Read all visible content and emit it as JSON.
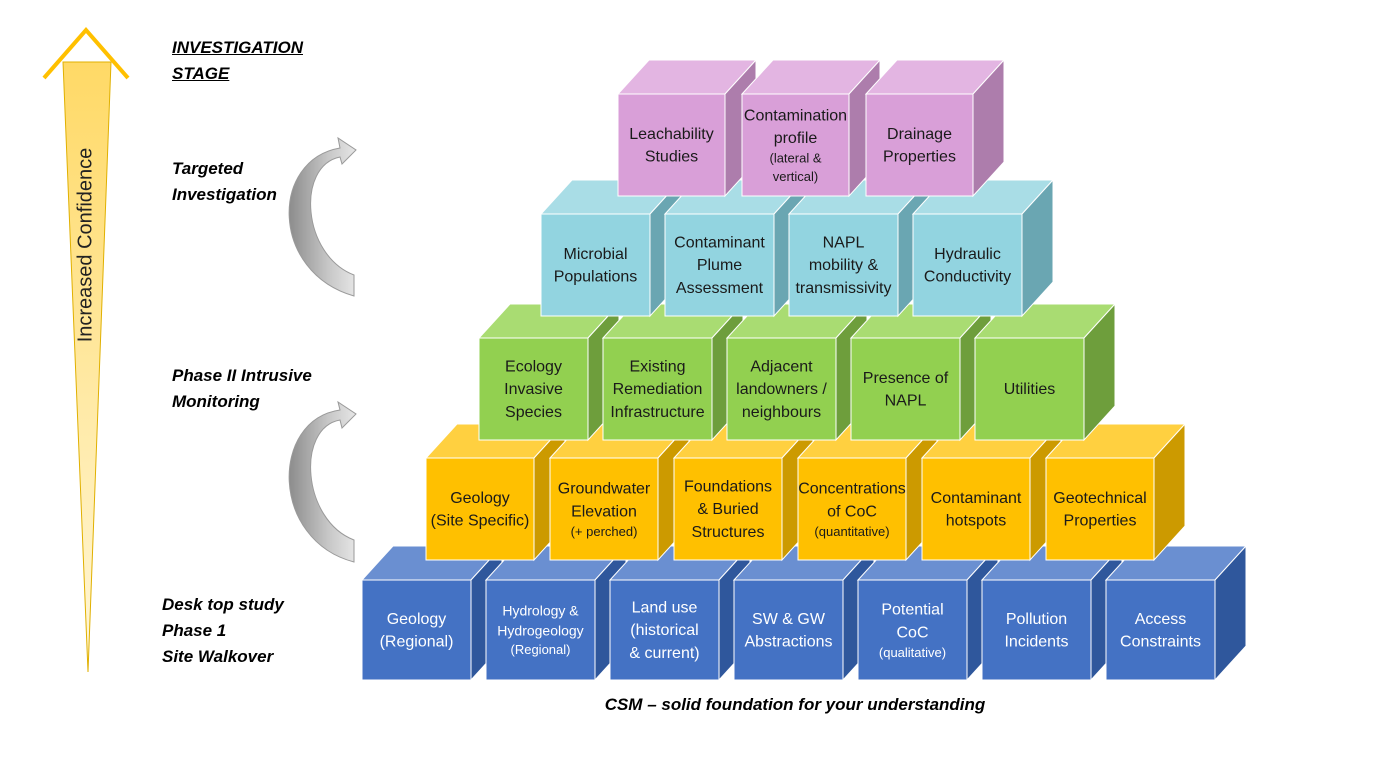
{
  "confidence_label": "Increased Confidence",
  "stages": {
    "heading": "INVESTIGATION\nSTAGE",
    "targeted": "Targeted\nInvestigation",
    "phase2": "Phase II Intrusive\nMonitoring",
    "desk": "Desk top study\nPhase 1\nSite Walkover"
  },
  "caption": "CSM – solid foundation for your understanding",
  "colors": {
    "blue": {
      "front": "#4472c4",
      "top": "#6a8fd1",
      "side": "#2f579c"
    },
    "orange": {
      "front": "#ffc000",
      "top": "#ffd040",
      "side": "#cc9a00"
    },
    "green": {
      "front": "#92d050",
      "top": "#a9dc72",
      "side": "#6e9e3c"
    },
    "cyan": {
      "front": "#92d4e0",
      "top": "#a9dde6",
      "side": "#6aa6b2"
    },
    "pink": {
      "front": "#d99fd8",
      "top": "#e3b5e2",
      "side": "#ad7dac"
    },
    "arrow_gold": "#ffd966",
    "curved_arrow": "#a6a6a6"
  },
  "rows": [
    {
      "color": "blue",
      "blocks": [
        {
          "lines": [
            "Geology",
            "(Regional)"
          ]
        },
        {
          "lines": [
            "Hydrology &",
            "Hydrogeology",
            "(Regional)"
          ],
          "small": [
            2
          ]
        },
        {
          "lines": [
            "Land use",
            "(historical",
            "& current)"
          ]
        },
        {
          "lines": [
            "SW & GW",
            "Abstractions"
          ]
        },
        {
          "lines": [
            "Potential",
            "CoC",
            "(qualitative)"
          ],
          "small": [
            2
          ]
        },
        {
          "lines": [
            "Pollution",
            "Incidents"
          ]
        },
        {
          "lines": [
            "Access",
            "Constraints"
          ]
        }
      ]
    },
    {
      "color": "orange",
      "blocks": [
        {
          "lines": [
            "Geology",
            "(Site Specific)"
          ]
        },
        {
          "lines": [
            "Groundwater",
            "Elevation",
            "(+ perched)"
          ],
          "small": [
            2
          ]
        },
        {
          "lines": [
            "Foundations",
            "& Buried",
            "Structures"
          ]
        },
        {
          "lines": [
            "Concentrations",
            "of CoC",
            "(quantitative)"
          ],
          "small": [
            2
          ]
        },
        {
          "lines": [
            "Contaminant",
            "hotspots"
          ]
        },
        {
          "lines": [
            "Geotechnical",
            "Properties"
          ]
        }
      ]
    },
    {
      "color": "green",
      "blocks": [
        {
          "lines": [
            "Ecology",
            "Invasive",
            "Species"
          ]
        },
        {
          "lines": [
            "Existing",
            "Remediation",
            "Infrastructure"
          ]
        },
        {
          "lines": [
            "Adjacent",
            "landowners /",
            "neighbours"
          ]
        },
        {
          "lines": [
            "Presence of",
            "NAPL"
          ]
        },
        {
          "lines": [
            "Utilities"
          ]
        }
      ]
    },
    {
      "color": "cyan",
      "blocks": [
        {
          "lines": [
            "Microbial",
            "Populations"
          ]
        },
        {
          "lines": [
            "Contaminant",
            "Plume",
            "Assessment"
          ]
        },
        {
          "lines": [
            "NAPL",
            "mobility &",
            "transmissivity"
          ]
        },
        {
          "lines": [
            "Hydraulic",
            "Conductivity"
          ]
        }
      ]
    },
    {
      "color": "pink",
      "blocks": [
        {
          "lines": [
            "Leachability",
            "Studies"
          ]
        },
        {
          "lines": [
            "Contamination",
            "profile",
            "(lateral &",
            "vertical)"
          ],
          "small": [
            2,
            3
          ]
        },
        {
          "lines": [
            "Drainage",
            "Properties"
          ]
        }
      ]
    }
  ]
}
